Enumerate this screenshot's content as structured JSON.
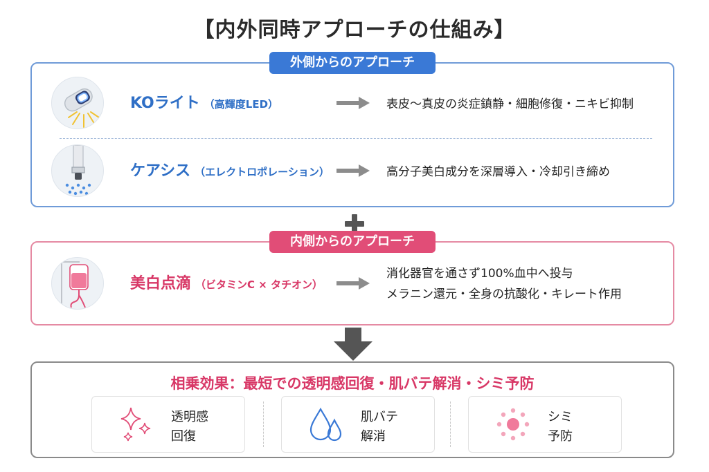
{
  "title": "【内外同時アプローチの仕組み】",
  "outer": {
    "tag": "外側からのアプローチ",
    "rows": [
      {
        "name": "KOライト",
        "sub": "（高輝度LED）",
        "effect": "表皮〜真皮の炎症鎮静・細胞修復・ニキビ抑制",
        "icon": "led-light-icon"
      },
      {
        "name": "ケアシス",
        "sub": "（エレクトロポレーション）",
        "effect": "高分子美白成分を深層導入・冷却引き締め",
        "icon": "electroporation-icon"
      }
    ],
    "color": "#3a79d6"
  },
  "plus": "plus-icon",
  "inner": {
    "tag": "内側からのアプローチ",
    "row": {
      "name": "美白点滴",
      "sub": "（ビタミンC × タチオン）",
      "effect_lines": [
        "消化器官を通さず100%血中へ投与",
        "メラニン還元・全身の抗酸化・キレート作用"
      ],
      "icon": "iv-drip-icon"
    },
    "color": "#e14d77"
  },
  "result": {
    "title": "相乗効果：最短での透明感回復・肌バテ解消・シミ予防",
    "cards": [
      {
        "line1": "透明感",
        "line2": "回復",
        "icon": "sparkle-icon"
      },
      {
        "line1": "肌バテ",
        "line2": "解消",
        "icon": "water-drops-icon"
      },
      {
        "line1": "シミ",
        "line2": "予防",
        "icon": "dots-sun-icon"
      }
    ]
  }
}
